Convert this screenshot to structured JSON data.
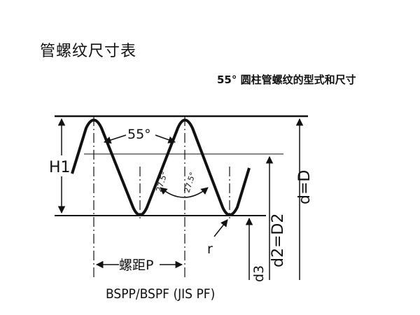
{
  "page": {
    "title": "管螺纹尺寸表",
    "subtitle": "55° 圆柱管螺纹的型式和尺寸"
  },
  "diagram": {
    "thread_angle": "55°",
    "half_angle_left": "27.5°",
    "half_angle_right": "27.5°",
    "height_label": "H1",
    "pitch_label": "螺距P",
    "radius_label": "r",
    "major_diameter_label": "d=D",
    "pitch_diameter_label": "d2=D2",
    "minor_diameter_label": "d3",
    "standard_label": "BSPP/BSPF (JIS PF)"
  }
}
